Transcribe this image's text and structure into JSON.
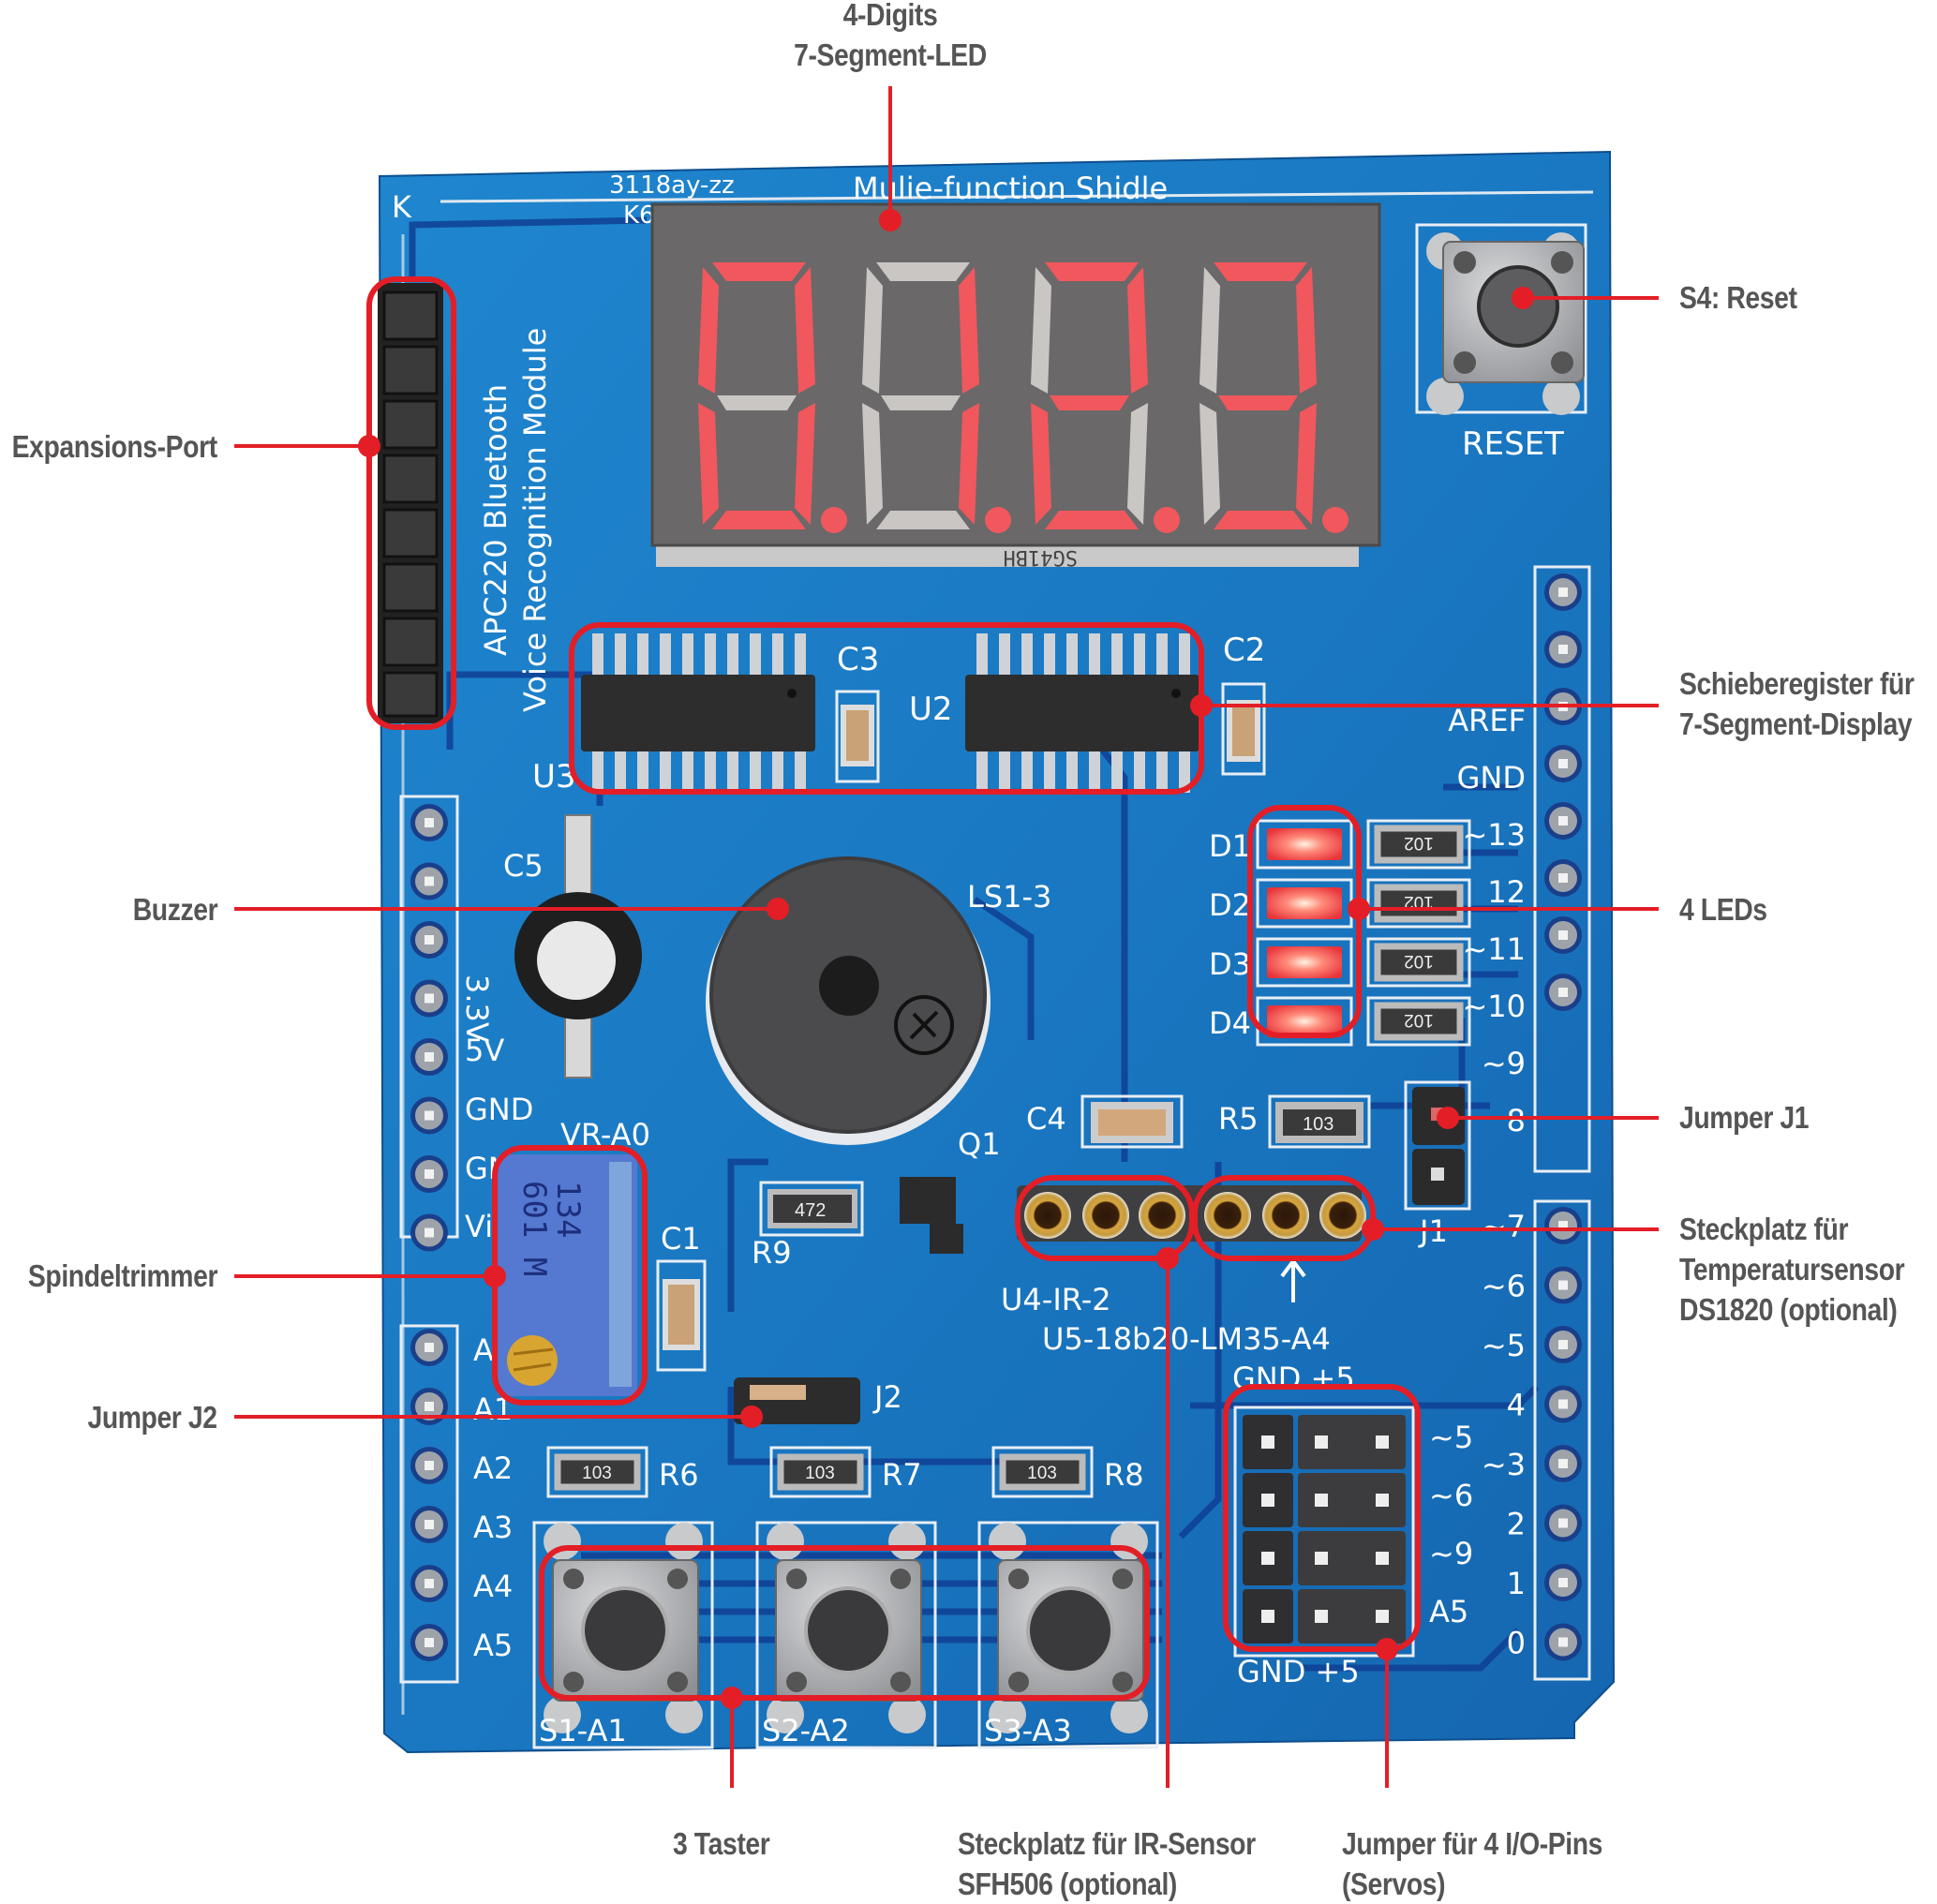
{
  "figure": {
    "accent_color": "#e31e26",
    "label_color": "#555555",
    "pcb_color": "#1a78c2"
  },
  "callouts": {
    "display": {
      "line1": "4-Digits",
      "line2": "7-Segment-LED"
    },
    "reset": {
      "line1": "S4: Reset"
    },
    "expansion": {
      "line1": "Expansions-Port"
    },
    "shift_register": {
      "line1": "Schieberegister für",
      "line2": "7-Segment-Display"
    },
    "buzzer": {
      "line1": "Buzzer"
    },
    "leds": {
      "line1": "4 LEDs"
    },
    "jumper_j1": {
      "line1": "Jumper J1"
    },
    "temp_socket": {
      "line1": "Steckplatz für",
      "line2": "Temperatursensor",
      "line3": "DS1820 (optional)"
    },
    "trimmer": {
      "line1": "Spindeltrimmer"
    },
    "jumper_j2": {
      "line1": "Jumper J2"
    },
    "buttons": {
      "line1": "3 Taster"
    },
    "ir_socket": {
      "line1": "Steckplatz für IR-Sensor",
      "line2": "SFH506 (optional)"
    },
    "servo_jumpers": {
      "line1": "Jumper für 4 I/O-Pins",
      "line2": "(Servos)"
    }
  },
  "board": {
    "title": "Mulie-function Shidle",
    "code1": "3118ay-zz",
    "code2": "K6",
    "corner": "K",
    "module_line1": "APC220 Bluetooth",
    "module_line2": "Voice Recognition Module",
    "display_digits": [
      "0.",
      "1.",
      "2.",
      "3."
    ],
    "display_part": "SG41BH",
    "reset_label": "RESET",
    "ic_labels": {
      "u3": "U3",
      "u2": "U2",
      "c3": "C3",
      "c2": "C2"
    },
    "c5": "C5",
    "buzzer_label": "LS1-3",
    "trimmer_label": "VR-A0",
    "trimmer_text1": "134",
    "trimmer_text2": "601 M",
    "c1": "C1",
    "q1": "Q1",
    "r9": "R9",
    "r9_code": "472",
    "c4": "C4",
    "r5": "R5",
    "r5_code": "103",
    "j1": "J1",
    "j2": "J2",
    "ir_label": "U4-IR-2",
    "temp_label": "U5-18b20-LM35-A4",
    "servo_top": "GND +5",
    "servo_bottom": "GND +5",
    "servo_pins": [
      "~5",
      "~6",
      "~9",
      "A5"
    ],
    "led_labels": [
      "D1",
      "D2",
      "D3",
      "D4"
    ],
    "led_res_code": "102",
    "power_pins": [
      "3.3V",
      "5V",
      "GND",
      "GND",
      "Vin"
    ],
    "analog_pins": [
      "A0",
      "A1",
      "A2",
      "A3",
      "A4",
      "A5"
    ],
    "digital_top": [
      "AREF",
      "GND",
      "~13",
      "12",
      "~11",
      "~10",
      "~9",
      "8"
    ],
    "digital_bottom": [
      "~7",
      "~6",
      "~5",
      "4",
      "~3",
      "2",
      "1",
      "0"
    ],
    "resistors_buttons": [
      {
        "name": "R6",
        "code": "103"
      },
      {
        "name": "R7",
        "code": "103"
      },
      {
        "name": "R8",
        "code": "103"
      }
    ],
    "button_labels": [
      "S1-A1",
      "S2-A2",
      "S3-A3"
    ]
  }
}
